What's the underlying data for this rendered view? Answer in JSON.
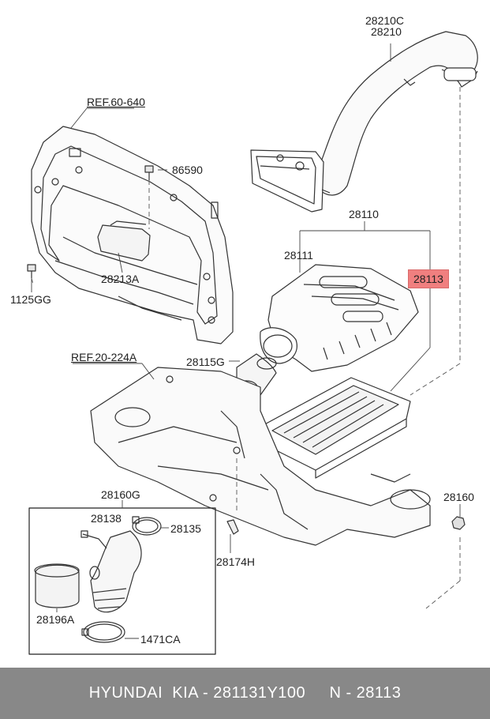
{
  "callouts": {
    "c28210c": "28210C",
    "c28210": "28210",
    "ref60640": "REF.60-640",
    "c86590": "86590",
    "c28110": "28110",
    "c28111": "28111",
    "c28113": "28113",
    "c28213a": "28213A",
    "c1125gg": "1125GG",
    "ref20224a": "REF.20-224A",
    "c28115g": "28115G",
    "c28160g": "28160G",
    "c28138": "28138",
    "c28135": "28135",
    "c28174h": "28174H",
    "c28160": "28160",
    "c28196a": "28196A",
    "c1471ca": "1471CA"
  },
  "footer": {
    "text": "HYUNDAI  KIA - 281131Y100     N - 28113"
  },
  "colors": {
    "highlight": "#f07f7f",
    "footer_bg": "#888888"
  }
}
